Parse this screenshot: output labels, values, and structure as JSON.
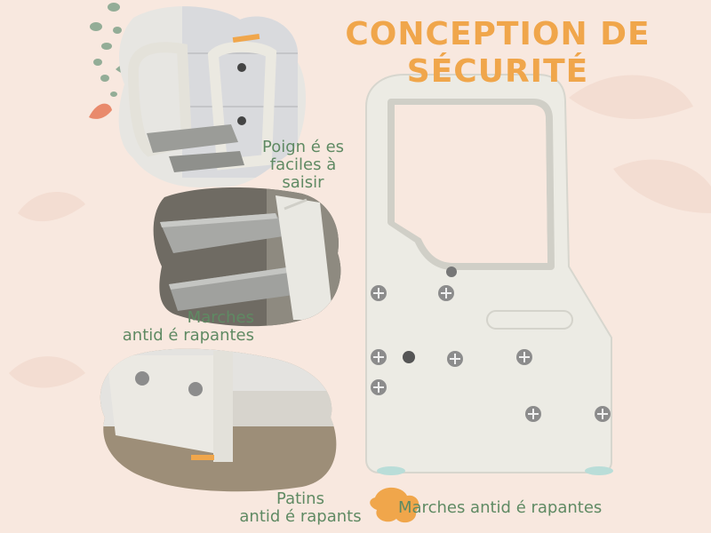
{
  "title": {
    "line1": "CONCEPTION DE",
    "line2": "SÉCURITÉ"
  },
  "callouts": [
    {
      "lines": [
        "Poign é es",
        "faciles à",
        "saisir"
      ]
    },
    {
      "lines": [
        "Marches",
        "antid é rapantes"
      ]
    },
    {
      "lines": [
        "Patins",
        "antid é rapants"
      ]
    },
    {
      "lines": [
        "Marches antid é rapantes"
      ]
    }
  ],
  "colors": {
    "background": "#f8e8df",
    "title": "#f0a64b",
    "label": "#5f8a63",
    "product": "#ecebe4",
    "screw": "#8c8c8c",
    "leaf_green": "#93ad97",
    "leaf_coral": "#e98a6c"
  },
  "icons": [
    "screw-icon",
    "leaf-icon",
    "paw-blob-icon"
  ]
}
